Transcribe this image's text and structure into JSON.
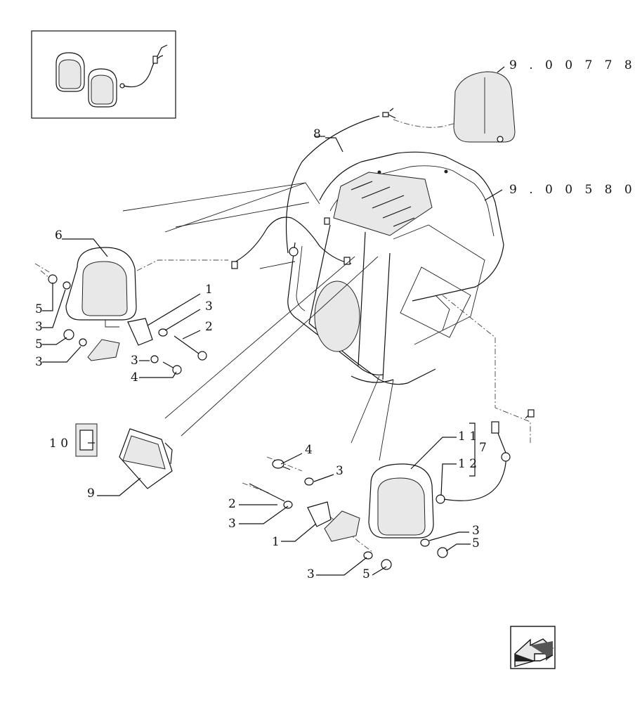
{
  "callouts": {
    "c1_top": "1",
    "c3_top": "3",
    "c2_top": "2",
    "c3_mid": "3",
    "c4_top": "4",
    "c5_a": "5",
    "c3_a": "3",
    "c5_b": "5",
    "c3_b": "3",
    "c6": "6",
    "c8": "8",
    "c9": "9",
    "c10": "1 0",
    "c4_bot": "4",
    "c3_bot1": "3",
    "c2_bot": "2",
    "c3_bot2": "3",
    "c1_bot": "1",
    "c3_bot3": "3",
    "c5_bot": "5",
    "c3_right": "3",
    "c5_right": "5",
    "c11": "1 1",
    "c12": "1 2",
    "c7": "7"
  },
  "references": {
    "ref_upper": "9 . 0 0 7 7 8",
    "ref_lower": "9 . 0 0 5 8 0"
  },
  "icons": {
    "inset": "work-lamp-pair-icon",
    "nav": "arrow-icon"
  }
}
